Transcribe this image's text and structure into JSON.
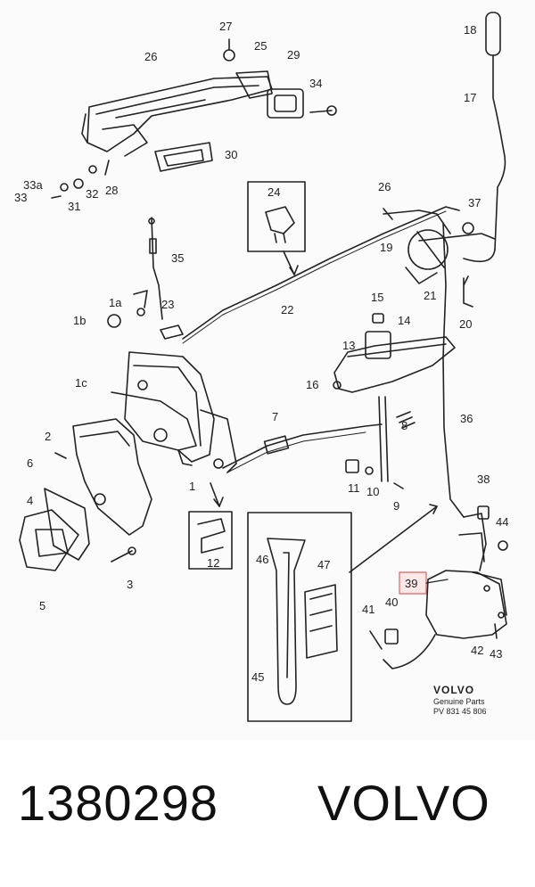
{
  "diagram": {
    "callouts": [
      "27",
      "26",
      "25",
      "29",
      "34",
      "18",
      "17",
      "30",
      "33a",
      "33",
      "31",
      "32",
      "28",
      "26",
      "37",
      "24",
      "19",
      "35",
      "21",
      "1a",
      "23",
      "15",
      "22",
      "20",
      "1b",
      "14",
      "13",
      "16",
      "1c",
      "36",
      "7",
      "2",
      "8",
      "6",
      "1",
      "11",
      "10",
      "9",
      "38",
      "4",
      "44",
      "12",
      "46",
      "47",
      "39",
      "3",
      "5",
      "40",
      "41",
      "42",
      "43",
      "45"
    ],
    "highlighted_callout": "39",
    "brand_name": "VOLVO",
    "brand_tagline": "Genuine Parts",
    "catalog_code": "PV 831 45 806"
  },
  "footer": {
    "part_number": "1380298",
    "make": "VOLVO"
  },
  "colors": {
    "line": "#222222",
    "highlight_border": "#e06060",
    "highlight_fill": "#fde8e8",
    "background": "#fbfbfb"
  }
}
